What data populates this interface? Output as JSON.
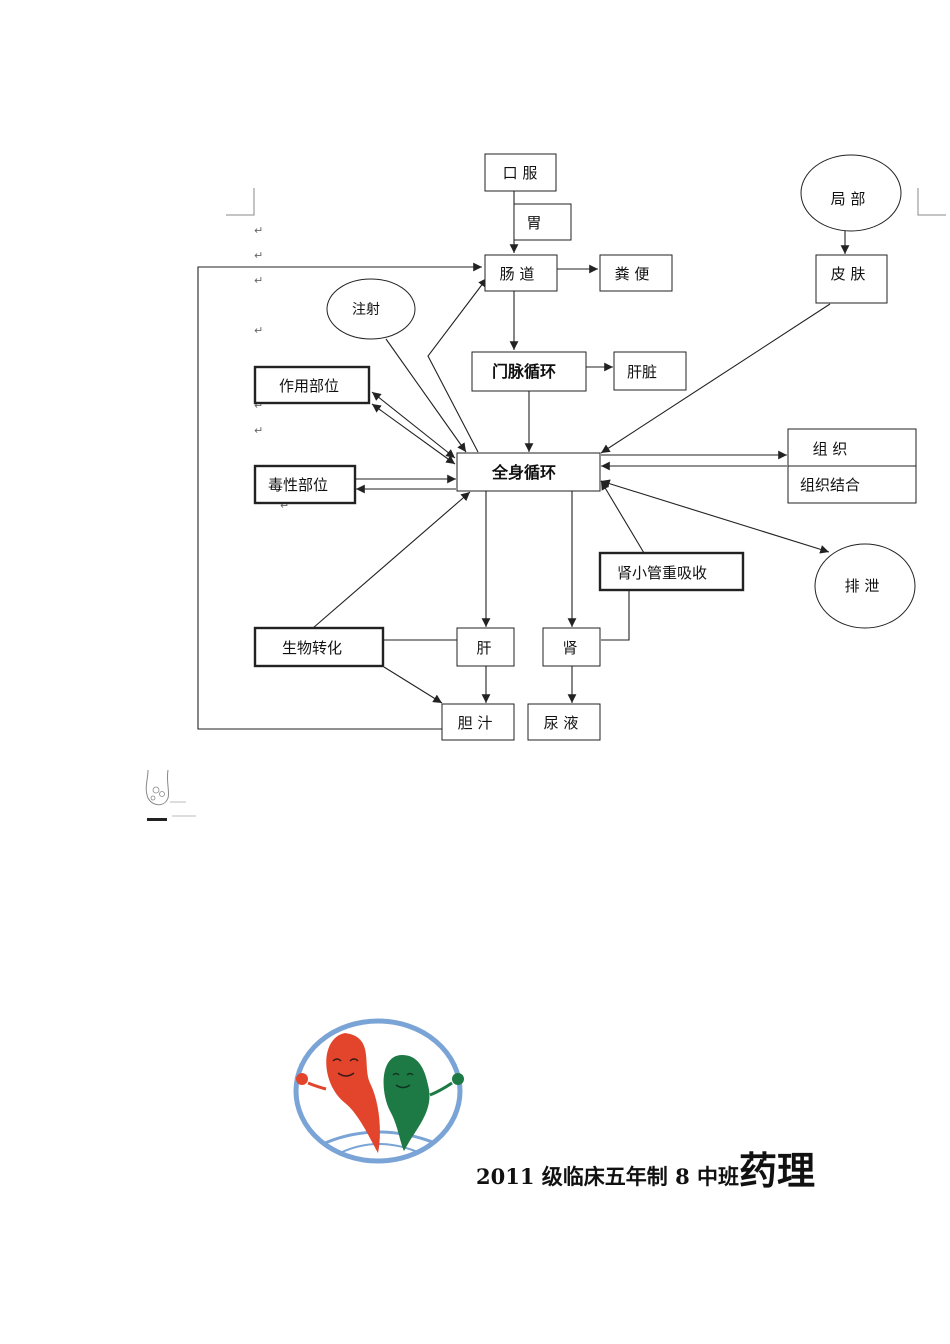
{
  "nodes": {
    "oral": "口 服",
    "stomach": "胃",
    "intestine": "肠 道",
    "feces": "粪 便",
    "local": "局 部",
    "skin": "皮 肤",
    "injection": "注射",
    "portal": "门脉循环",
    "liver_organ": "肝脏",
    "action_site": "作用部位",
    "toxic_site": "毒性部位",
    "systemic": "全身循环",
    "tissue": "组 织",
    "tissue_binding": "组织结合",
    "excretion": "排 泄",
    "tubular_reabsorption": "肾小管重吸收",
    "biotransformation": "生物转化",
    "liver": "肝",
    "kidney": "肾",
    "bile": "胆 汁",
    "urine": "尿 液"
  },
  "return_mark": "↵",
  "footer": {
    "course": "2011 级临床五年制 8 中班",
    "subject": "药理"
  }
}
